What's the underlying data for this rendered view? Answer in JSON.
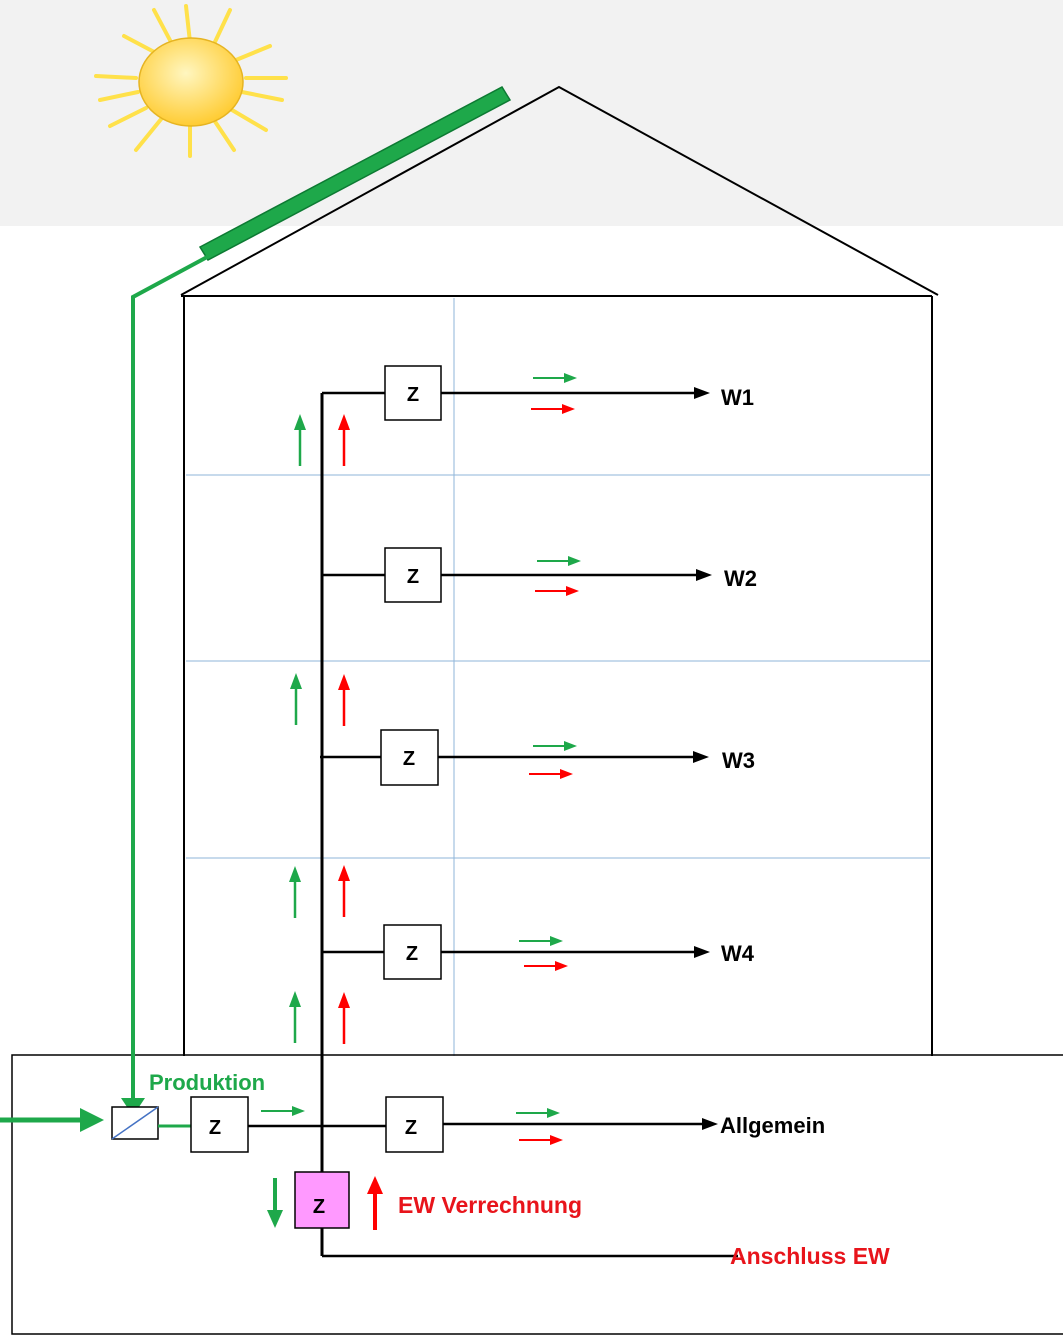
{
  "meters": {
    "symbol": "Z",
    "w1": "Z",
    "w2": "Z",
    "w3": "Z",
    "w4": "Z",
    "production": "Z",
    "general": "Z",
    "grid": "Z"
  },
  "labels": {
    "w1": "W1",
    "w2": "W2",
    "w3": "W3",
    "w4": "W4",
    "allgemein": "Allgemein",
    "produktion": "Produktion",
    "ew_verrechnung": "EW Verrechnung",
    "anschluss_ew": "Anschluss EW"
  },
  "colors": {
    "solar": "#1ea84a",
    "grid": "#ff0000",
    "grid_label": "#e8141b",
    "line": "#000000",
    "floor_divider": "#8fb6da",
    "sky": "#f2f2f2",
    "sun_fill": "#ffd34d",
    "sun_rays": "#ffe14a",
    "grid_meter_fill": "#ff99ff"
  },
  "icons": {
    "sun": "sun-icon",
    "solar_panel": "solar-panel-icon",
    "inverter": "inverter-icon"
  }
}
